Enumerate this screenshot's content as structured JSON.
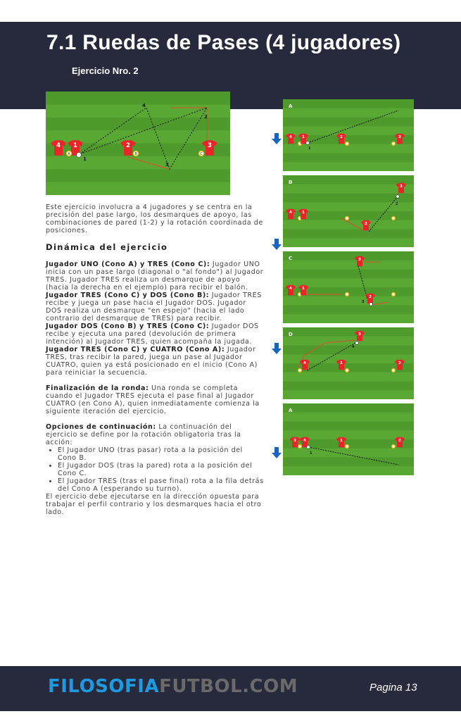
{
  "header": {
    "title": "7.1 Ruedas de Pases (4 jugadores)",
    "subtitle": "Ejercicio Nro. 2"
  },
  "colors": {
    "header_bg": "#272a3d",
    "field_green": "#4f9a2c",
    "jersey_red": "#e8262a",
    "cone_yellow": "#f2c21b",
    "pass_line": "#111111",
    "run_line": "#e24a2a",
    "arrow_blue": "#1565c0",
    "logo_blue": "#1e9be0",
    "logo_gray": "#6a6a6a"
  },
  "main_diagram": {
    "players": [
      "4",
      "1",
      "2",
      "3"
    ],
    "cones": [
      "A",
      "B",
      "C"
    ],
    "pass_numbers": [
      "1",
      "2",
      "3",
      "4"
    ]
  },
  "sequence_panels": [
    {
      "label": "A",
      "players": [
        "4",
        "1",
        "2",
        "3"
      ],
      "pass_numbers": [
        "1"
      ]
    },
    {
      "label": "B",
      "players": [
        "4",
        "1",
        "2",
        "3"
      ],
      "pass_numbers": [
        "2"
      ]
    },
    {
      "label": "C",
      "players": [
        "4",
        "1",
        "3",
        "2"
      ],
      "pass_numbers": [
        "3"
      ]
    },
    {
      "label": "D",
      "players": [
        "4",
        "1",
        "2",
        "3"
      ],
      "pass_numbers": [
        "4"
      ]
    },
    {
      "label": "A",
      "players": [
        "3",
        "4",
        "1",
        "2"
      ],
      "pass_numbers": [
        "1"
      ]
    }
  ],
  "content": {
    "intro": "Este ejercicio involucra a 4 jugadores y se centra en la precisión del pase largo, los desmarques de apoyo, las combinaciones de pared (1-2) y la rotación coordinada de posiciones.",
    "section_title": "Dinámica del ejercicio",
    "steps": [
      {
        "title": "Jugador UNO (Cono A) y TRES (Cono C):",
        "text": " Jugador UNO inicia con un pase largo (diagonal o \"al fondo\") al Jugador TRES. Jugador TRES realiza un desmarque de apoyo (hacia la derecha en el ejemplo) para recibir el balón."
      },
      {
        "title": "Jugador TRES (Cono C) y DOS (Cono B):",
        "text": " Jugador TRES recibe y juega un pase hacia el Jugador DOS. Jugador DOS realiza un desmarque \"en espejo\" (hacia el lado contrario del desmarque de TRES) para recibir."
      },
      {
        "title": "Jugador DOS (Cono B) y TRES (Cono C):",
        "text": " Jugador DOS recibe y ejecuta una pared (devolución de primera intención) al Jugador TRES, quien acompaña la jugada."
      },
      {
        "title": "Jugador TRES (Cono C) y CUATRO (Cono A):",
        "text": " Jugador TRES, tras recibir la pared, juega un pase al Jugador CUATRO, quien ya está posicionado en el inicio (Cono A) para reiniciar la secuencia."
      }
    ],
    "finalization": {
      "title": "Finalización de la ronda:",
      "text": " Una ronda se completa cuando el Jugador TRES ejecuta el pase final al Jugador CUATRO (en Cono A), quien inmediatamente comienza la siguiente iteración del ejercicio."
    },
    "continuation": {
      "title": "Opciones de continuación:",
      "text": " La continuación del ejercicio se define por la rotación obligatoria tras la acción:"
    },
    "bullets": [
      "El Jugador UNO (tras pasar) rota a la posición del Cono B.",
      "El Jugador DOS (tras la pared) rota a la posición del Cono C.",
      "El Jugador TRES (tras el pase final) rota a la fila detrás del Cono A (esperando su turno)."
    ],
    "closing": "El ejercicio debe ejecutarse en la dirección opuesta para trabajar el perfil contrario y los desmarques hacia el otro lado."
  },
  "footer": {
    "logo_part1": "FILOSOFIA",
    "logo_part2": "FUTBOL.COM",
    "page": "Pagina 13"
  }
}
